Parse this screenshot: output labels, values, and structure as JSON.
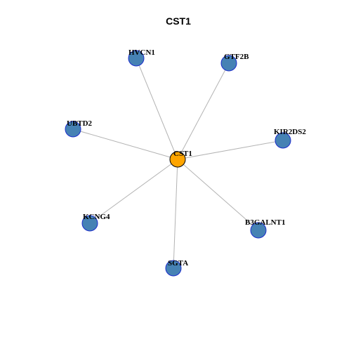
{
  "title": "CST1",
  "colors": {
    "hub_fill": "#FFA500",
    "leaf_fill": "#4682B4",
    "leaf_stroke": "#1C2DCC",
    "edge": "#B3B3B3"
  },
  "network": {
    "hub": {
      "id": "CST1",
      "label": "CST1"
    },
    "leaves": [
      {
        "id": "HVCN1",
        "label": "HVCN1"
      },
      {
        "id": "GTF2B",
        "label": "GTF2B"
      },
      {
        "id": "UBTD2",
        "label": "UBTD2"
      },
      {
        "id": "KIR2DS2",
        "label": "KIR2DS2"
      },
      {
        "id": "KCNG4",
        "label": "KCNG4"
      },
      {
        "id": "B3GALNT1",
        "label": "B3GALNT1"
      },
      {
        "id": "SGTA",
        "label": "SGTA"
      }
    ]
  }
}
